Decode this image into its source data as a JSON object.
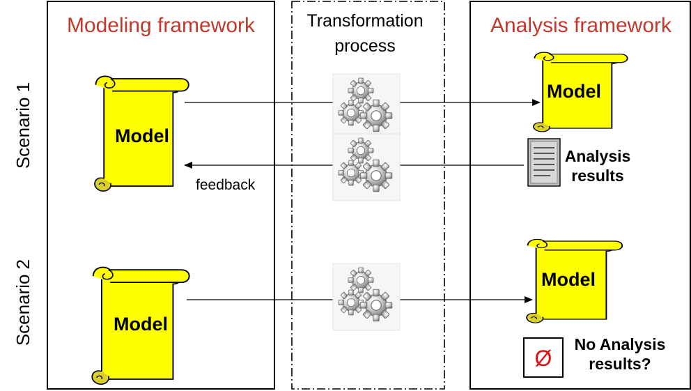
{
  "modeling_framework": {
    "title": "Modeling framework"
  },
  "analysis_framework": {
    "title": "Analysis framework"
  },
  "transformation": {
    "title_line1": "Transformation",
    "title_line2": "process"
  },
  "scenarios": [
    {
      "label": "Scenario 1"
    },
    {
      "label": "Scenario 2"
    }
  ],
  "models": {
    "model_s1_left": "Model",
    "model_s1_right": "Model",
    "model_s2_left": "Model",
    "model_s2_right": "Model"
  },
  "arrows": {
    "feedback_label": "feedback"
  },
  "analysis_results": {
    "line1": "Analysis",
    "line2": "results"
  },
  "no_analysis_results": {
    "line1": "No Analysis",
    "line2": "results?",
    "symbol": "Ø"
  },
  "colors": {
    "frame_title": "#c0392b",
    "scroll_fill": "#ffff00",
    "scroll_curl": "#d9cf2e",
    "stroke": "#000000",
    "empty_set": "#e01010",
    "doc_fill": "#c8c8c8"
  },
  "icons": {
    "gear": "gears-icon",
    "document": "document-icon",
    "scroll": "scroll-icon"
  }
}
